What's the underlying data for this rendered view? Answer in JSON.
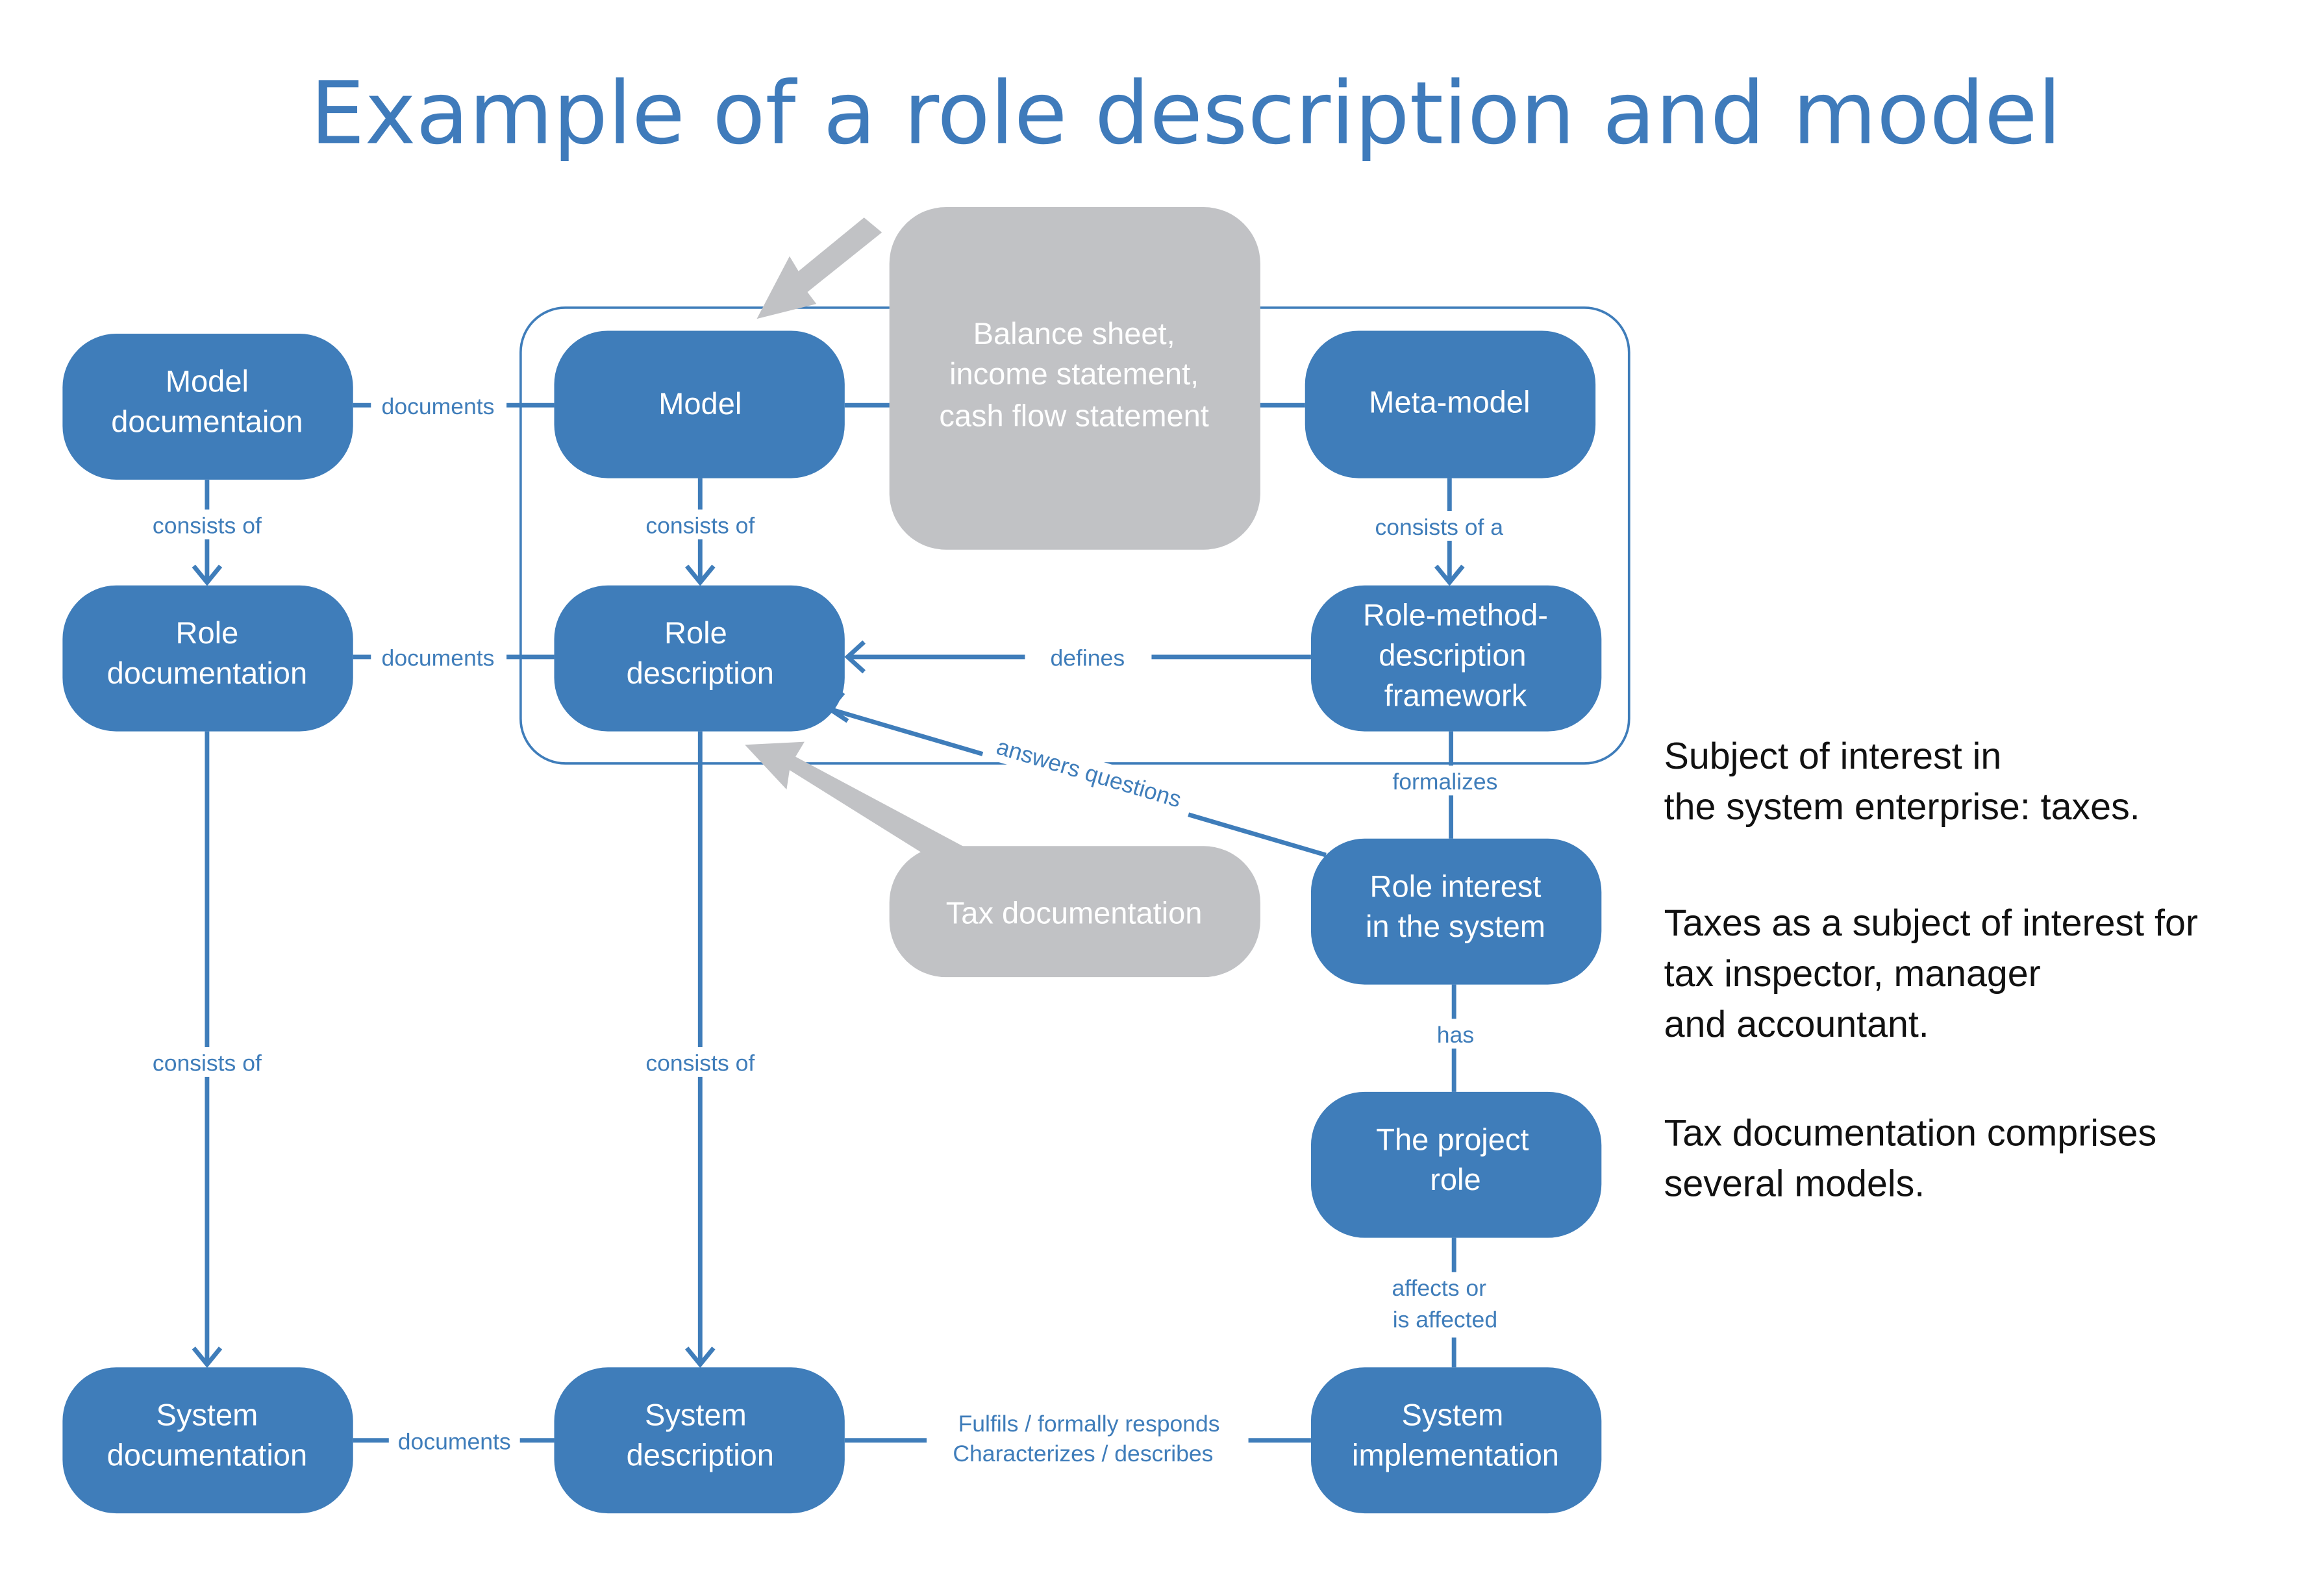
{
  "title": "Example of a role description and model",
  "colors": {
    "node": "#3f7dba",
    "note": "#c1c2c5",
    "title": "#3f7bbb",
    "edge": "#3f7dba",
    "side_text": "#111111"
  },
  "nodes": {
    "model_documentation": [
      "Model",
      "documentaion"
    ],
    "role_documentation": [
      "Role",
      "documentation"
    ],
    "system_documentation": [
      "System",
      "documentation"
    ],
    "model": [
      "Model"
    ],
    "role_description": [
      "Role",
      "description"
    ],
    "system_description": [
      "System",
      "description"
    ],
    "meta_model": [
      "Meta-model"
    ],
    "role_method_framework": [
      "Role-method-",
      "description",
      "framework"
    ],
    "role_interest": [
      "Role interest",
      "in the system"
    ],
    "project_role": [
      "The project",
      "role"
    ],
    "system_implementation": [
      "System",
      "implementation"
    ]
  },
  "notes": {
    "financial_statements": [
      "Balance sheet,",
      "income statement,",
      "cash flow statement"
    ],
    "tax_documentation": [
      "Tax documentation"
    ]
  },
  "edges": {
    "modeldoc_model": "documents",
    "roledoc_roledesc": "documents",
    "sysdoc_sysdesc": "documents",
    "modeldoc_roledoc": "consists of",
    "roledoc_sysdoc": "consists of",
    "model_roledesc": "consists of",
    "roledesc_sysdesc": "consists of",
    "metamodel_framework": "consists of a",
    "framework_roledesc": "defines",
    "framework_interest": "formalizes",
    "interest_roledesc": "answers questions",
    "interest_project": "has",
    "project_impl": [
      "affects or",
      "is affected"
    ],
    "sysdesc_impl": [
      "Fulfils / formally responds",
      "Characterizes / describes"
    ]
  },
  "side_notes": [
    [
      "Subject of interest in",
      "the system enterprise: taxes."
    ],
    [
      "Taxes as a subject of interest for",
      "tax inspector, manager",
      "and accountant."
    ],
    [
      "Tax documentation comprises",
      "several models."
    ]
  ]
}
